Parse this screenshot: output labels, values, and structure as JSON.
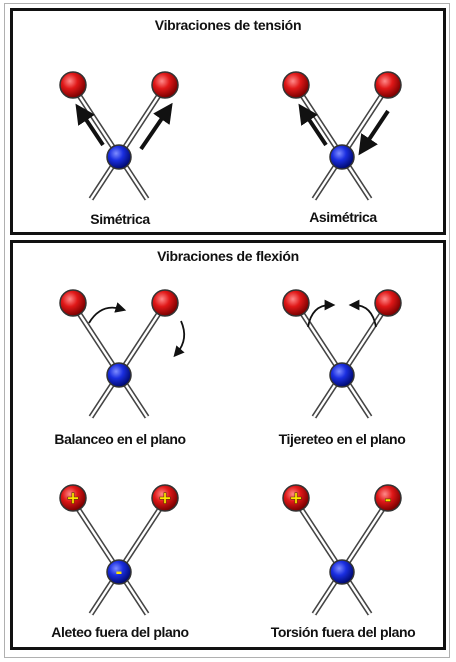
{
  "stretching": {
    "title": "Vibraciones de tensión",
    "modes": [
      {
        "label": "Simétrica"
      },
      {
        "label": "Asimétrica"
      }
    ]
  },
  "bending": {
    "title": "Vibraciones de flexión",
    "modes": [
      {
        "label": "Balanceo en el plano"
      },
      {
        "label": "Tijereteo en el plano"
      },
      {
        "label": "Aleteo fuera del plano",
        "center_sign": "-",
        "end_signs": [
          "+",
          "+"
        ]
      },
      {
        "label": "Torsión fuera del plano",
        "end_signs": [
          "+",
          "-"
        ]
      }
    ]
  },
  "colors": {
    "outer_atom": "#d01010",
    "center_atom": "#1428d8",
    "sign_text": "#ffe600",
    "border": "#111111"
  }
}
